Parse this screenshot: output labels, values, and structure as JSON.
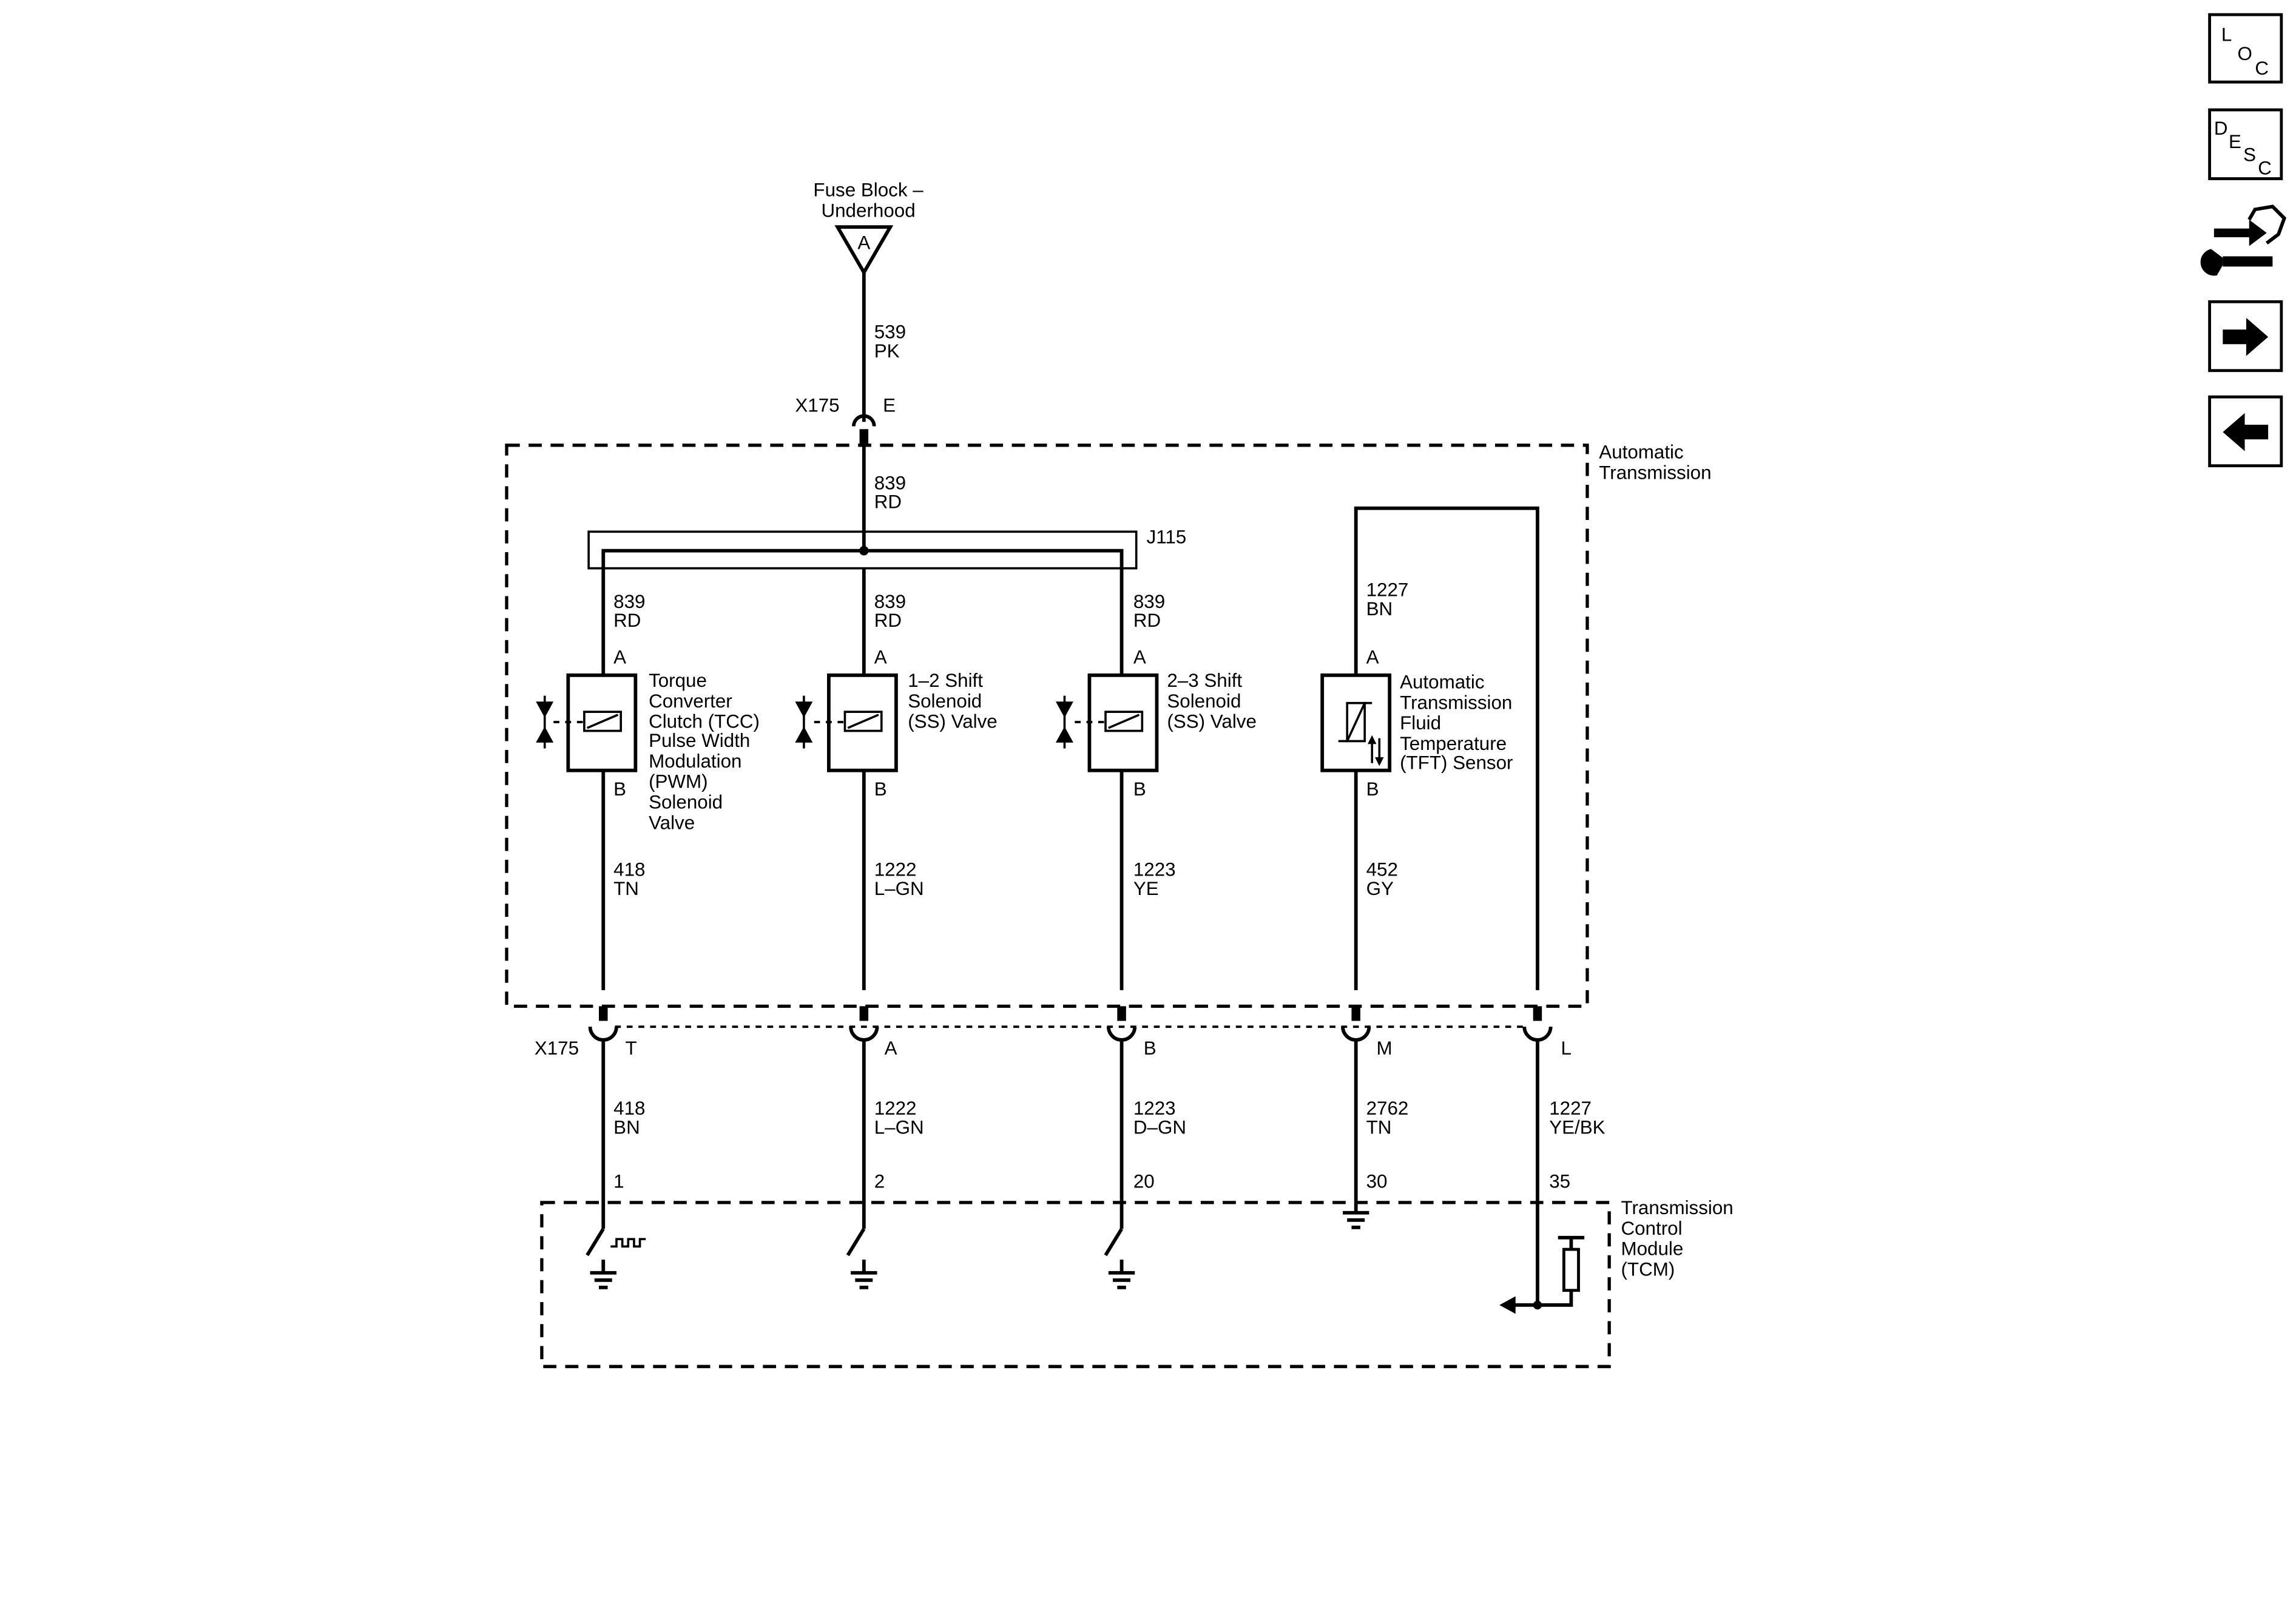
{
  "fuse_block": {
    "line1": "Fuse Block –",
    "line2": "Underhood",
    "terminal": "A"
  },
  "feed_wire": {
    "circuit": "539",
    "color": "PK"
  },
  "x175_top": {
    "connector": "X175",
    "pin": "E"
  },
  "trans_feed_wire": {
    "circuit": "839",
    "color": "RD"
  },
  "splice": "J115",
  "automatic_transmission": {
    "line1": "Automatic",
    "line2": "Transmission"
  },
  "branches": [
    {
      "wire_top": {
        "circuit": "839",
        "color": "RD"
      },
      "pin_a": "A",
      "pin_b": "B",
      "label": [
        "Torque",
        "Converter",
        "Clutch (TCC)",
        "Pulse Width",
        "Modulation",
        "(PWM)",
        "Solenoid",
        "Valve"
      ],
      "wire_mid": {
        "circuit": "418",
        "color": "TN"
      },
      "x175_pin": "T",
      "wire_low": {
        "circuit": "418",
        "color": "BN"
      },
      "tcm_pin": "1"
    },
    {
      "wire_top": {
        "circuit": "839",
        "color": "RD"
      },
      "pin_a": "A",
      "pin_b": "B",
      "label": [
        "1–2 Shift",
        "Solenoid",
        "(SS) Valve"
      ],
      "wire_mid": {
        "circuit": "1222",
        "color": "L–GN"
      },
      "x175_pin": "A",
      "wire_low": {
        "circuit": "1222",
        "color": "L–GN"
      },
      "tcm_pin": "2"
    },
    {
      "wire_top": {
        "circuit": "839",
        "color": "RD"
      },
      "pin_a": "A",
      "pin_b": "B",
      "label": [
        "2–3 Shift",
        "Solenoid",
        "(SS) Valve"
      ],
      "wire_mid": {
        "circuit": "1223",
        "color": "YE"
      },
      "x175_pin": "B",
      "wire_low": {
        "circuit": "1223",
        "color": "D–GN"
      },
      "tcm_pin": "20"
    }
  ],
  "tft_sensor": {
    "wire_top": {
      "circuit": "1227",
      "color": "BN"
    },
    "pin_a": "A",
    "pin_b": "B",
    "label": [
      "Automatic",
      "Transmission",
      "Fluid",
      "Temperature",
      "(TFT) Sensor"
    ],
    "wire_mid": {
      "circuit": "452",
      "color": "GY"
    },
    "x175_pin": "M",
    "wire_low": {
      "circuit": "2762",
      "color": "TN"
    },
    "tcm_pin": "30"
  },
  "return_wire": {
    "x175_pin": "L",
    "wire_low": {
      "circuit": "1227",
      "color": "YE/BK"
    },
    "tcm_pin": "35"
  },
  "x175_bottom": {
    "connector": "X175"
  },
  "tcm": {
    "line1": "Transmission",
    "line2": "Control",
    "line3": "Module",
    "line4": "(TCM)"
  },
  "nav": {
    "loc_icon": [
      "L",
      "O",
      "C"
    ],
    "desc_icon": [
      "D",
      "E",
      "S",
      "C"
    ]
  }
}
